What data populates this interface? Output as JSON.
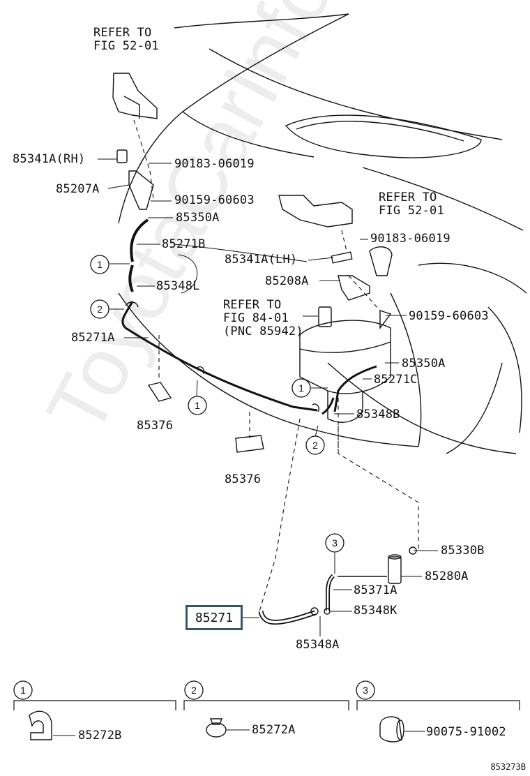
{
  "refer_top": [
    "REFER TO",
    "FIG 52-01"
  ],
  "refer_right": [
    "REFER TO",
    "FIG 52-01"
  ],
  "refer_mid": [
    "REFER TO",
    "FIG 84-01",
    "(PNC 85942)"
  ],
  "parts": {
    "p85341A_RH": "85341A(RH)",
    "p90183_1": "90183-06019",
    "p85207A": "85207A",
    "p90159_1": "90159-60603",
    "p85350A_1": "85350A",
    "p85271B": "85271B",
    "p85341A_LH": "85341A(LH)",
    "p90183_2": "90183-06019",
    "p85208A": "85208A",
    "p85348L": "85348L",
    "p90159_2": "90159-60603",
    "p85271A": "85271A",
    "p85350A_2": "85350A",
    "p85271C": "85271C",
    "p85348B": "85348B",
    "p85376_1": "85376",
    "p85376_2": "85376",
    "p85330B": "85330B",
    "p85280A": "85280A",
    "p85371A": "85371A",
    "p85348K": "85348K",
    "p85271": "85271",
    "p85348A": "85348A"
  },
  "callout_numbers": [
    "1",
    "2",
    "3"
  ],
  "legend": [
    {
      "num": "1",
      "part": "85272B"
    },
    {
      "num": "2",
      "part": "85272A"
    },
    {
      "num": "3",
      "part": "90075-91002"
    }
  ],
  "watermark": "ToyotaCarInfo.ru",
  "diagram_code": "853273B"
}
